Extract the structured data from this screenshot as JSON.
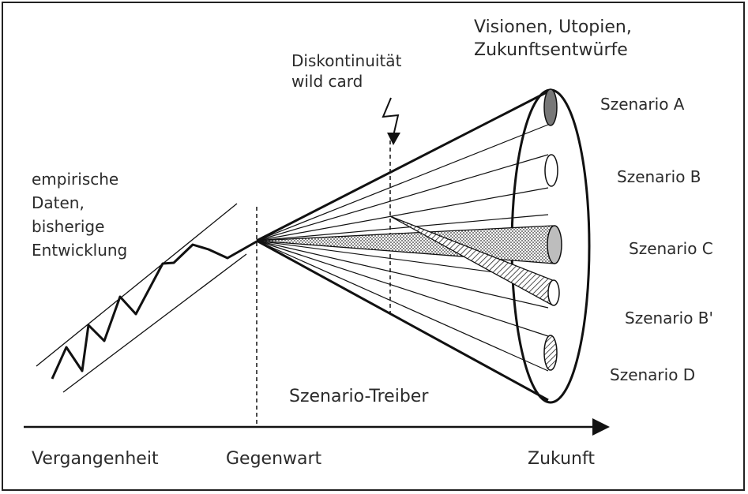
{
  "labels": {
    "visions": [
      "Visionen, Utopien,",
      "Zukunftsentwürfe"
    ],
    "disruption": [
      "Diskontinuität",
      "wild card"
    ],
    "empirical": [
      "empirische",
      "Daten,",
      "bisherige",
      "Entwicklung"
    ],
    "scenario_a": "Szenario A",
    "scenario_b": "Szenario B",
    "scenario_c": "Szenario C",
    "scenario_b_prime": "Szenario B'",
    "scenario_d": "Szenario D",
    "drivers": "Szenario-Treiber",
    "past": "Vergangenheit",
    "present": "Gegenwart",
    "future": "Zukunft"
  },
  "colors": {
    "line": "#111111",
    "text": "#2b2b2b",
    "scenario_a_fill": "#777777",
    "scenario_c_fill": "#bdbdbd"
  }
}
